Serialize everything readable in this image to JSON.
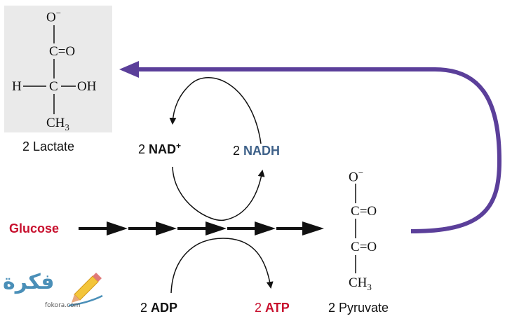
{
  "lactate": {
    "o_minus": "O",
    "o_minus_charge": "−",
    "carbonyl_c": "C",
    "carbonyl_eq": "=",
    "carbonyl_o": "O",
    "h": "H",
    "center_c": "C",
    "oh": "OH",
    "ch3_main": "CH",
    "ch3_sub": "3",
    "name": "2 Lactate"
  },
  "pyruvate": {
    "o_minus": "O",
    "o_minus_charge": "−",
    "c1": "C",
    "c1_eq": "=",
    "c1_o": "O",
    "c2": "C",
    "c2_eq": "=",
    "c2_o": "O",
    "ch3_main": "CH",
    "ch3_sub": "3",
    "name": "2 Pyruvate"
  },
  "labels": {
    "glucose": "Glucose",
    "nad_prefix": "2",
    "nad_main": "NAD",
    "nad_sup": "+",
    "nadh_prefix": "2",
    "nadh_main": "NADH",
    "adp_prefix": "2",
    "adp_main": "ADP",
    "atp_prefix": "2",
    "atp_main": "ATP"
  },
  "watermark": {
    "main": "فكرة",
    "sub": "fokora.com"
  },
  "colors": {
    "glucose": "#c8102e",
    "atp": "#c8102e",
    "nadh": "#3e6189",
    "pyruvate_to_lactate_arrow": "#5b3f9a",
    "lactate_panel": "#eaeaea",
    "watermark": "#4a8fb8"
  },
  "icons": {
    "watermark_icon": "pencil-icon"
  }
}
